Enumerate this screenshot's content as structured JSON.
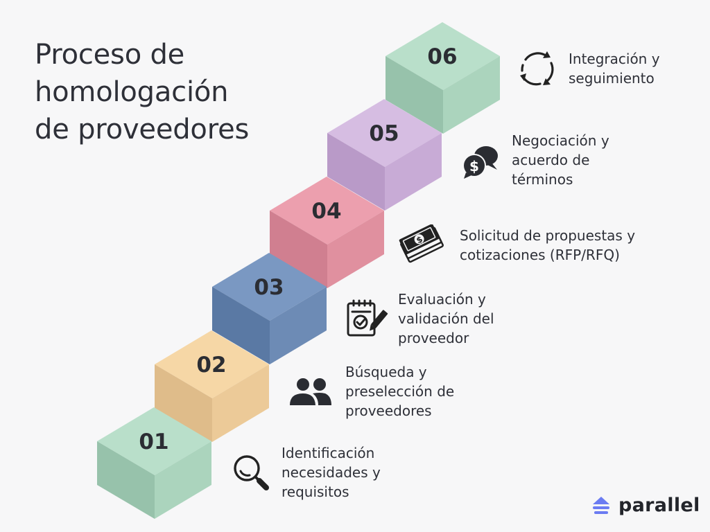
{
  "title": {
    "line1": "Proceso de",
    "line2": "homologación",
    "line3": "de proveedores"
  },
  "steps": [
    {
      "number": "01",
      "lines": [
        "Identificación",
        "necesidades y",
        "requisitos"
      ],
      "color_top": "#b9dfca",
      "color_left": "#97c2ab",
      "color_right": "#abd4bd",
      "icon": "magnifier-icon"
    },
    {
      "number": "02",
      "lines": [
        "Búsqueda y",
        "preselección de",
        "proveedores"
      ],
      "color_top": "#f6d7a6",
      "color_left": "#dfbc8a",
      "color_right": "#ecca98",
      "icon": "users-icon"
    },
    {
      "number": "03",
      "lines": [
        "Evaluación y",
        "validación del",
        "proveedor"
      ],
      "color_top": "#7a98c2",
      "color_left": "#5a79a4",
      "color_right": "#6d8bb5",
      "icon": "checklist-edit-icon"
    },
    {
      "number": "04",
      "lines": [
        "Solicitud de propuestas y",
        "cotizaciones (RFP/RFQ)"
      ],
      "color_top": "#ec9fae",
      "color_left": "#d07f90",
      "color_right": "#e0909f",
      "icon": "money-stack-icon"
    },
    {
      "number": "05",
      "lines": [
        "Negociación y",
        "acuerdo de",
        "términos"
      ],
      "color_top": "#d6bde2",
      "color_left": "#b99ac8",
      "color_right": "#c8abd6",
      "icon": "dollar-chat-icon"
    },
    {
      "number": "06",
      "lines": [
        "Integración y",
        "seguimiento"
      ],
      "color_top": "#b9dfca",
      "color_left": "#97c2ab",
      "color_right": "#abd4bd",
      "icon": "cycle-arrows-icon"
    }
  ],
  "brand": {
    "name": "parallel",
    "color": "#6b7cf2"
  }
}
